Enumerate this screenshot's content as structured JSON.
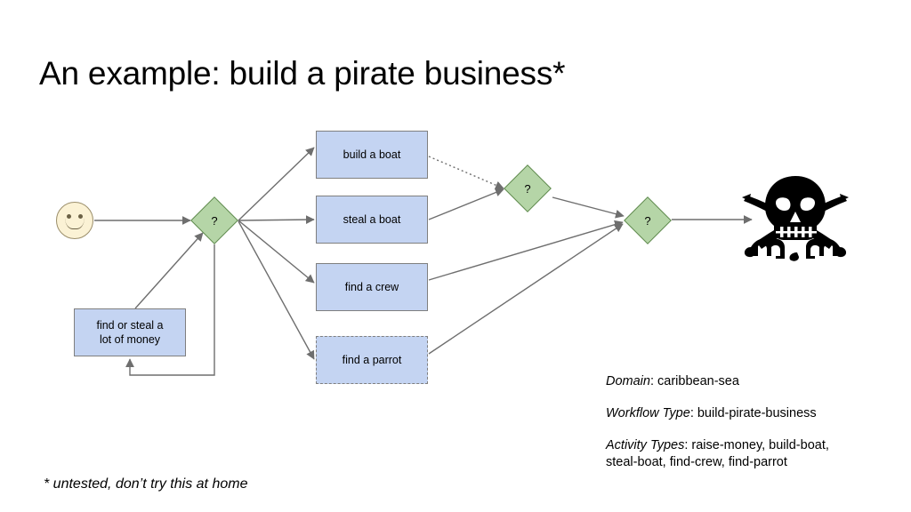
{
  "slide": {
    "title": "An example: build a pirate business*",
    "footnote": "* untested, don’t try this at home"
  },
  "diagram": {
    "start_node": {
      "name": "start",
      "label": ""
    },
    "decisions": [
      {
        "id": "decision-1",
        "label": "?"
      },
      {
        "id": "decision-2",
        "label": "?"
      },
      {
        "id": "decision-3",
        "label": "?"
      }
    ],
    "activities": [
      {
        "id": "build-a-boat",
        "label": "build a boat",
        "border": "solid"
      },
      {
        "id": "steal-a-boat",
        "label": "steal a boat",
        "border": "solid"
      },
      {
        "id": "find-a-crew",
        "label": "find a crew",
        "border": "solid"
      },
      {
        "id": "find-a-parrot",
        "label": "find a parrot",
        "border": "dashed"
      },
      {
        "id": "raise-money",
        "label_line1": "find or steal a",
        "label_line2": "lot of money",
        "border": "solid"
      }
    ],
    "end_node": {
      "name": "jolly-roger-logo",
      "label": ""
    },
    "colors": {
      "activity_fill": "#c4d4f2",
      "activity_stroke": "#7f7f7f",
      "decision_fill": "#b5d5a7",
      "decision_stroke": "#5f8a4e",
      "start_fill": "#fbf2d5",
      "start_stroke": "#9b8e6a",
      "edge": "#6e6e6e",
      "logo": "#000000"
    }
  },
  "legend": {
    "domain": {
      "key": "Domain",
      "value": ": caribbean-sea"
    },
    "workflow_type": {
      "key": "Workflow Type",
      "value": ": build-pirate-business"
    },
    "activity_types": {
      "key": "Activity Types",
      "value_line1": ": raise-money, build-boat,",
      "value_line2": "steal-boat, find-crew, find-parrot"
    }
  }
}
